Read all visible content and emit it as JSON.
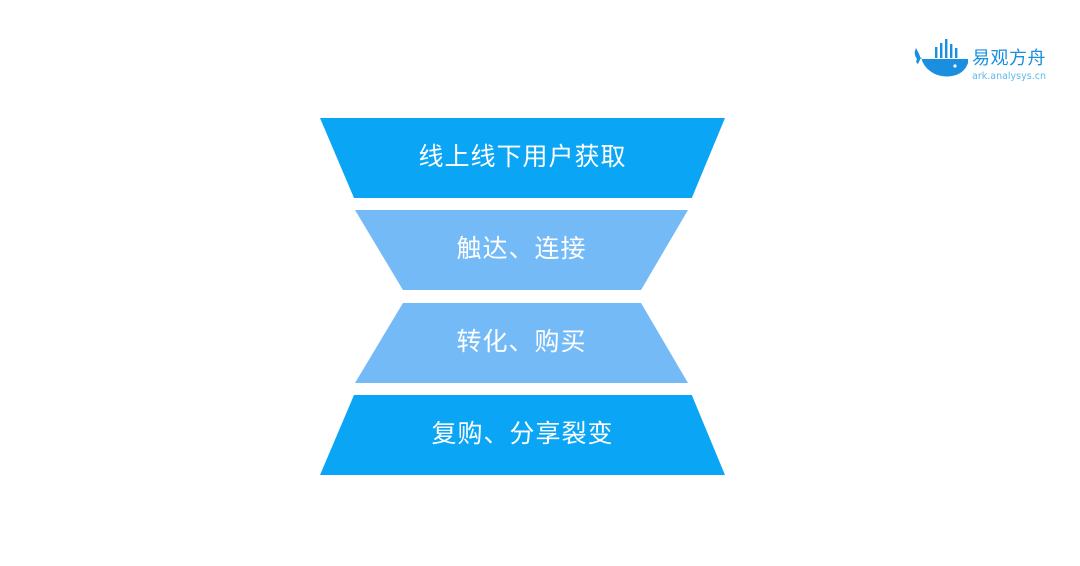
{
  "brand": {
    "name": "易观方舟",
    "url": "ark.analysys.cn"
  },
  "stages": [
    {
      "label": "线上线下用户获取",
      "color": "#0aa6f5"
    },
    {
      "label": "触达、连接",
      "color": "#74baf7"
    },
    {
      "label": "转化、购买",
      "color": "#74baf7"
    },
    {
      "label": "复购、分享裂变",
      "color": "#0aa6f5"
    }
  ]
}
